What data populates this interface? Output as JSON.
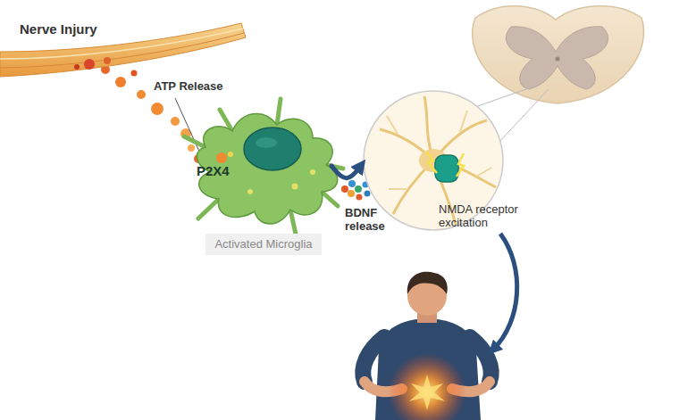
{
  "diagram": {
    "nodes": [
      {
        "text": [
          "Nerve Injury"
        ]
      },
      {
        "text": [
          "P2X4"
        ]
      },
      {
        "text": [
          "Activated Microglia"
        ]
      },
      {
        "text": [
          "NMDA receptor excitation"
        ]
      }
    ],
    "edges": [
      {
        "from": 1,
        "to": 3,
        "label": "BDNF release",
        "arrow": "to"
      }
    ],
    "labels": [
      "ATP Release"
    ]
  }
}
